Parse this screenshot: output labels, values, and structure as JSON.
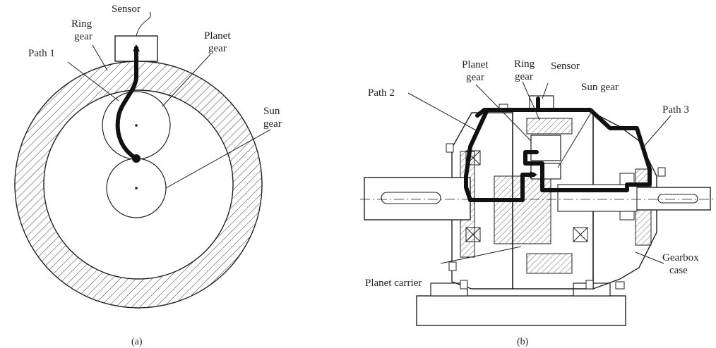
{
  "panel_a": {
    "caption": "(a)",
    "labels": {
      "sensor": "Sensor",
      "ring_gear_1": "Ring",
      "ring_gear_2": "gear",
      "path1": "Path 1",
      "planet_gear_1": "Planet",
      "planet_gear_2": "gear",
      "sun_gear_1": "Sun",
      "sun_gear_2": "gear"
    }
  },
  "panel_b": {
    "caption": "(b)",
    "labels": {
      "path2": "Path 2",
      "planet_gear_1": "Planet",
      "planet_gear_2": "gear",
      "ring_gear_1": "Ring",
      "ring_gear_2": "gear",
      "sensor": "Sensor",
      "sun_gear": "Sun gear",
      "path3": "Path 3",
      "planet_carrier": "Planet carrier",
      "gearbox_case_1": "Gearbox",
      "gearbox_case_2": "case"
    }
  },
  "colors": {
    "line": "#231f20",
    "path": "#111111",
    "hatch": "#231f20"
  }
}
